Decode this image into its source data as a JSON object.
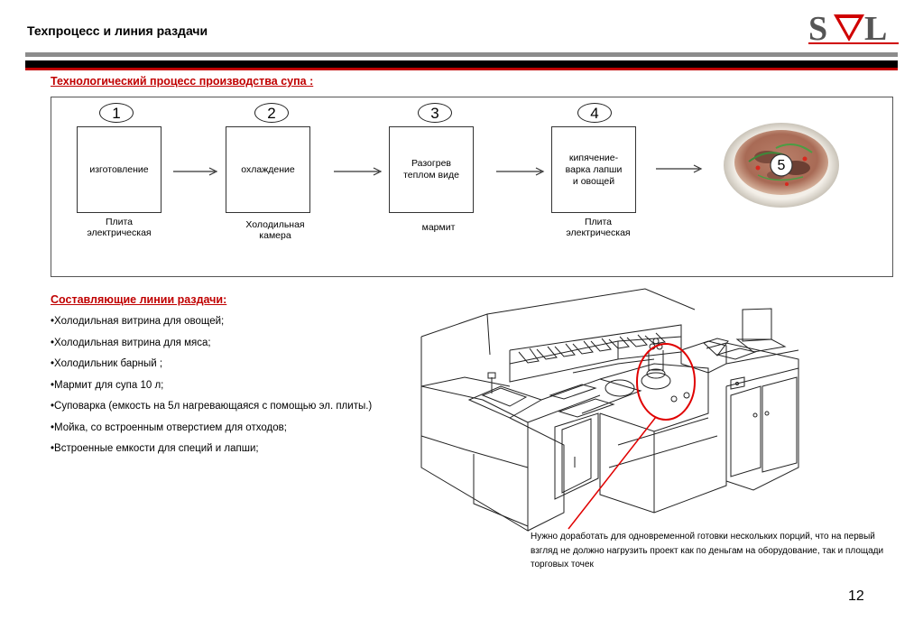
{
  "header": {
    "title": "Техпроцесс и линия раздачи",
    "logo_text": "SVL"
  },
  "process": {
    "title": "Технологический процесс производства супа :",
    "steps": [
      {
        "num": "1",
        "label": "изготовление",
        "caption": "Плита\nэлектрическая"
      },
      {
        "num": "2",
        "label": "охлаждение",
        "caption": "Холодильная\nкамера"
      },
      {
        "num": "3",
        "label": "Разогрев\nтеплом виде",
        "caption": "мармит"
      },
      {
        "num": "4",
        "label": "кипячение-\nварка лапши\nи овощей",
        "caption": "Плита\nэлектрическая"
      },
      {
        "num": "5"
      }
    ]
  },
  "line": {
    "title": "Составляющие линии раздачи:",
    "items": [
      "•Холодильная витрина для овощей;",
      "•Холодильная витрина для мяса;",
      "•Холодильник  барный ;",
      "•Мармит для супа 10 л;",
      "•Суповарка (емкость на 5л  нагревающаяся с помощью  эл. плиты.)",
      "•Мойка, со встроенным отверстием для отходов;",
      "•Встроенные емкости для специй и лапши;"
    ]
  },
  "note": "Нужно доработать для  одновременной готовки нескольких порций, что на первый взгляд не должно нагрузить проект как по деньгам на оборудование, так и площади торговых точек",
  "page_number": "12",
  "colors": {
    "accent": "#c00000",
    "dark": "#000000",
    "gray": "#8c8c8c"
  }
}
